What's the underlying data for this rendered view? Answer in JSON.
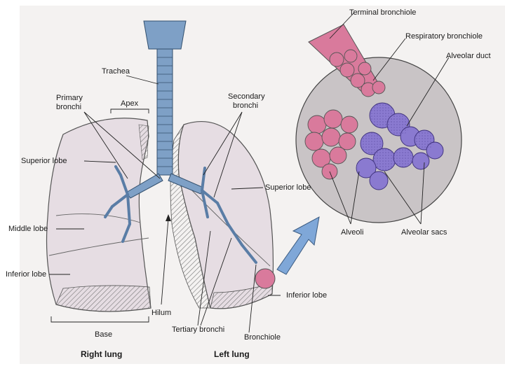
{
  "labels": {
    "trachea": "Trachea",
    "primary_bronchi_1": "Primary",
    "primary_bronchi_2": "bronchi",
    "apex": "Apex",
    "secondary_bronchi_1": "Secondary",
    "secondary_bronchi_2": "bronchi",
    "superior_lobe_right": "Superior lobe",
    "superior_lobe_left": "Superior lobe",
    "middle_lobe": "Middle lobe",
    "inferior_lobe_right": "Inferior lobe",
    "inferior_lobe_left": "Inferior lobe",
    "base": "Base",
    "hilum": "Hilum",
    "tertiary_bronchi": "Tertiary bronchi",
    "bronchiole": "Bronchiole",
    "right_lung": "Right lung",
    "left_lung": "Left lung",
    "terminal_bronchiole": "Terminal bronchiole",
    "respiratory_bronchiole": "Respiratory bronchiole",
    "alveolar_duct": "Alveolar duct",
    "alveoli": "Alveoli",
    "alveolar_sacs": "Alveolar sacs"
  },
  "colors": {
    "lung_fill": "#e6dde3",
    "airway": "#7ea0c6",
    "alveoli_pink": "#d97a9c",
    "sac_purple": "#8a7ad0",
    "inset_circle": "#c9c4c6",
    "arrow_blue": "#7fa7d8",
    "background_paper": "#f4f2f1"
  }
}
